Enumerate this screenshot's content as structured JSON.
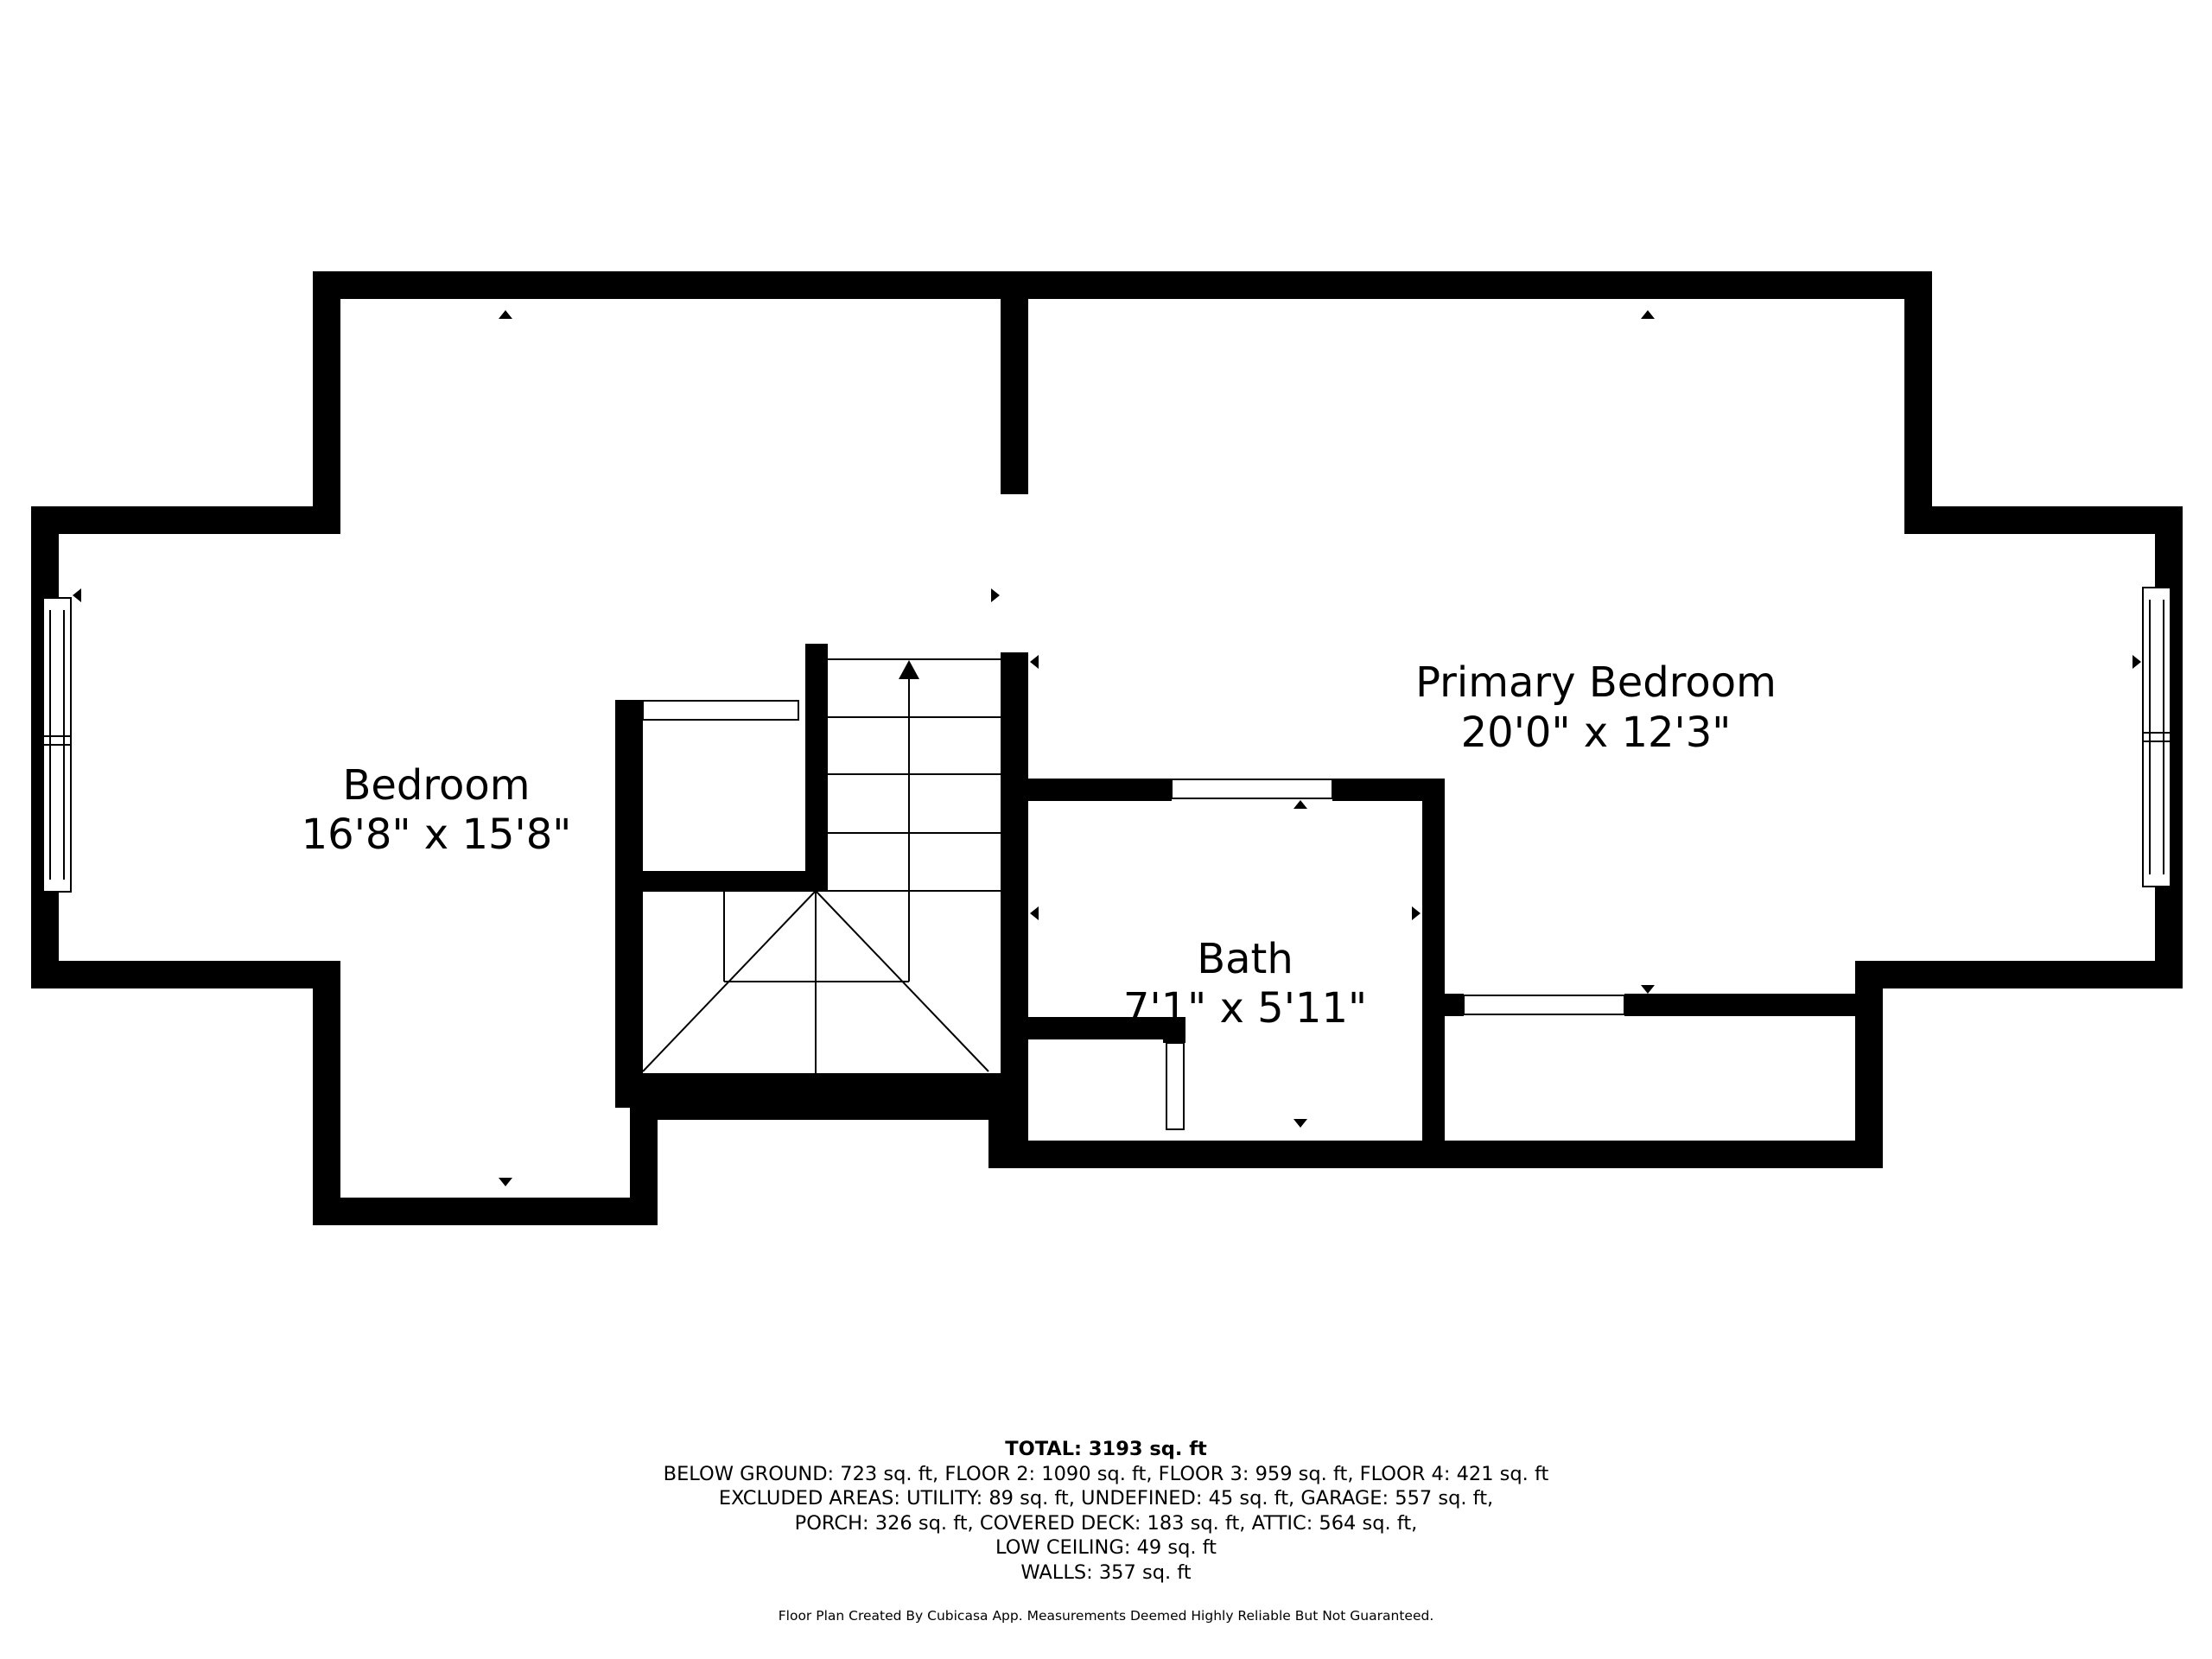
{
  "rooms": [
    {
      "name": "Bedroom",
      "dimensions": "16'8\" x 15'8\""
    },
    {
      "name": "Primary Bedroom",
      "dimensions": "20'0\" x 12'3\""
    },
    {
      "name": "Bath",
      "dimensions": "7'1\" x 5'11\""
    }
  ],
  "summary": {
    "total": "TOTAL: 3193 sq. ft",
    "lines": [
      "BELOW GROUND: 723 sq. ft, FLOOR 2: 1090 sq. ft, FLOOR 3: 959 sq. ft, FLOOR 4: 421 sq. ft",
      "EXCLUDED AREAS: UTILITY: 89 sq. ft, UNDEFINED: 45 sq. ft, GARAGE: 557 sq. ft,",
      "PORCH: 326 sq. ft, COVERED DECK: 183 sq. ft, ATTIC: 564 sq. ft,",
      "LOW CEILING: 49 sq. ft",
      "WALLS: 357 sq. ft"
    ],
    "disclaimer": "Floor Plan Created By Cubicasa App. Measurements Deemed Highly Reliable But Not Guaranteed."
  }
}
